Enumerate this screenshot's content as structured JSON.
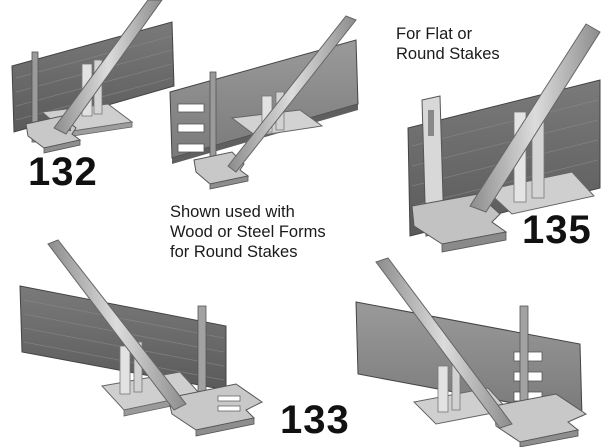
{
  "models": {
    "m132": "132",
    "m133": "133",
    "m135": "135"
  },
  "captions": {
    "flat_round": [
      "For Flat or",
      "Round Stakes"
    ],
    "shown_used": [
      "Shown used with",
      "Wood or Steel Forms",
      "for Round Stakes"
    ]
  },
  "colors": {
    "board": "#6e6e6e",
    "board_dark": "#4e4e4e",
    "metal_light": "#e6e6e6",
    "metal_mid": "#a9a9a9",
    "metal_dark": "#7d7d7d",
    "rod": "#b8b8b8"
  }
}
